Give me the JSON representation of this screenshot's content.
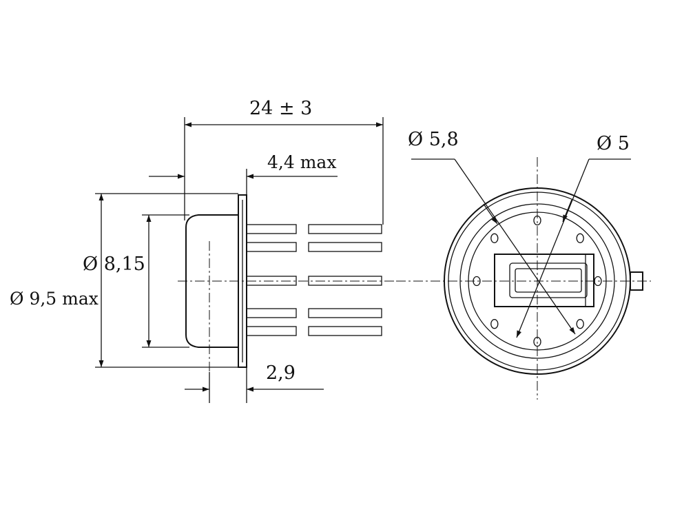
{
  "drawing": {
    "dimensions": {
      "overall_length": "24 ± 3",
      "flange_offset": "4,4 max",
      "body_diameter": "Ø 8,15",
      "flange_diameter": "Ø 9,5 max",
      "body_length": "2,9",
      "window_diameter": "Ø 5,8",
      "pin_circle_diameter": "Ø 5"
    },
    "pin_count": 8
  }
}
